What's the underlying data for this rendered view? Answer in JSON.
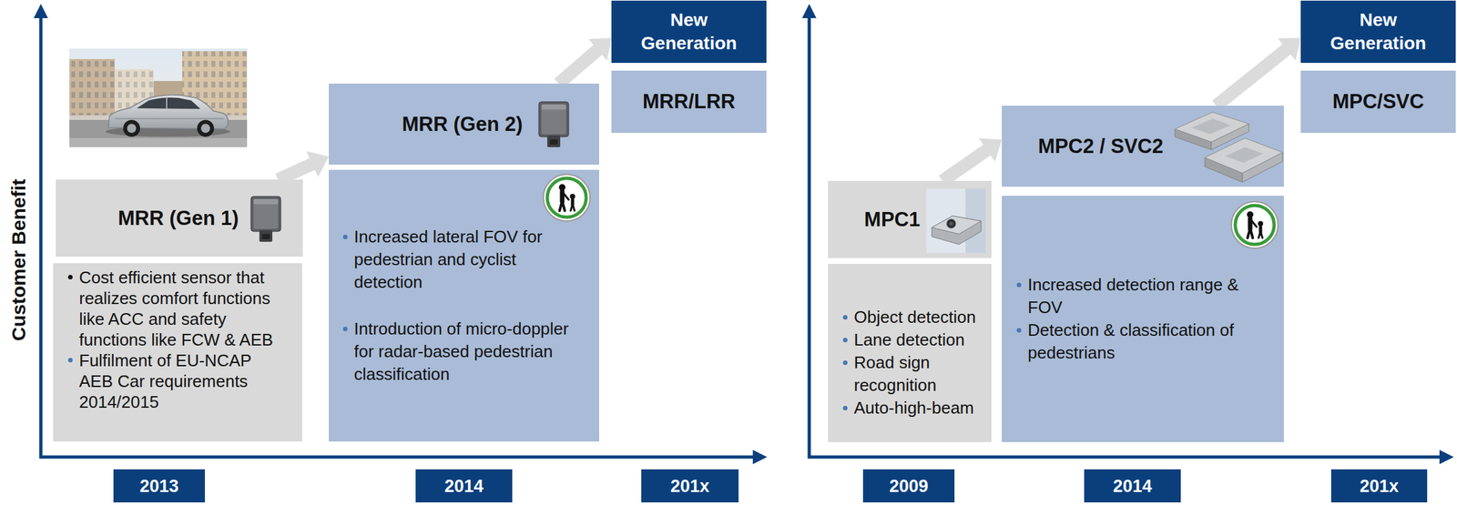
{
  "diagram": {
    "nodes": [
      {
        "text": [
          "MRR (Gen 1)"
        ]
      },
      {
        "text": [
          "Cost efficient sensor that realizes comfort functions like ACC and safety functions like FCW & AEB",
          "Fulfilment of EU-NCAP AEB Car requirements 2014/2015"
        ]
      },
      {
        "text": [
          "MRR (Gen 2)"
        ]
      },
      {
        "text": [
          "Increased lateral FOV for pedestrian and cyclist detection",
          "Introduction of micro-doppler for radar-based pedestrian classification"
        ]
      },
      {
        "text": [
          "New Generation"
        ]
      },
      {
        "text": [
          "MRR/LRR"
        ]
      },
      {
        "text": [
          "2013"
        ]
      },
      {
        "text": [
          "2014"
        ]
      },
      {
        "text": [
          "201x"
        ]
      },
      {
        "text": [
          "MPC1"
        ]
      },
      {
        "text": [
          "Object detection",
          "Lane detection",
          "Road sign recognition",
          "Auto-high-beam"
        ]
      },
      {
        "text": [
          "MPC2 / SVC2"
        ]
      },
      {
        "text": [
          "Increased detection range & FOV",
          "Detection & classification of pedestrians"
        ]
      },
      {
        "text": [
          "New Generation"
        ]
      },
      {
        "text": [
          "MPC/SVC"
        ]
      },
      {
        "text": [
          "2009"
        ]
      },
      {
        "text": [
          "2014"
        ]
      },
      {
        "text": [
          "201x"
        ]
      }
    ],
    "edges": [
      {
        "from": 0,
        "to": 2,
        "arrow": "to"
      },
      {
        "from": 2,
        "to": 4,
        "arrow": "to"
      },
      {
        "from": 9,
        "to": 11,
        "arrow": "to"
      },
      {
        "from": 11,
        "to": 13,
        "arrow": "to"
      }
    ],
    "labels": [
      "Customer Benefit"
    ]
  }
}
